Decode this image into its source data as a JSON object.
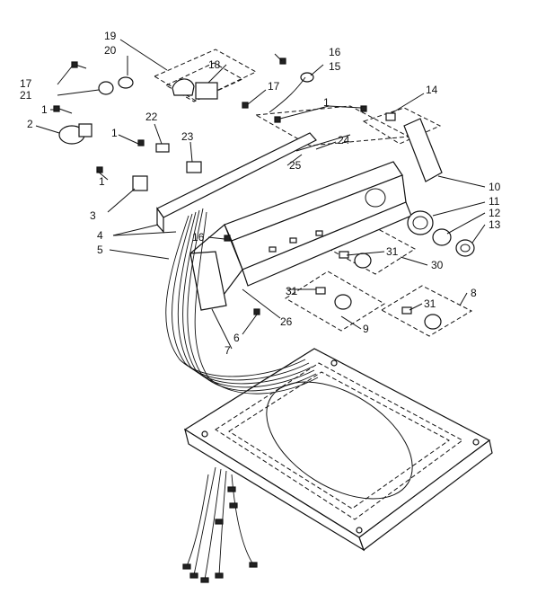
{
  "labels": {
    "l1a": "1",
    "l1b": "1",
    "l1c": "1",
    "l1d": "1",
    "l2": "2",
    "l3": "3",
    "l4": "4",
    "l5": "5",
    "l6": "6",
    "l7": "7",
    "l8": "8",
    "l9": "9",
    "l10": "10",
    "l11": "11",
    "l12": "12",
    "l13": "13",
    "l14": "14",
    "l15": "15",
    "l16a": "16",
    "l16b": "16",
    "l17a": "17",
    "l17b": "17",
    "l18": "18",
    "l19": "19",
    "l20": "20",
    "l21": "21",
    "l22": "22",
    "l23": "23",
    "l24": "24",
    "l25": "25",
    "l26": "26",
    "l30": "30",
    "l31a": "31",
    "l31b": "31",
    "l31c": "31"
  }
}
